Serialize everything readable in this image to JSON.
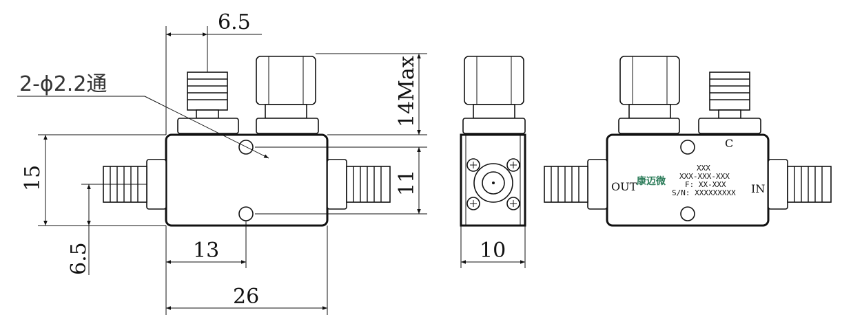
{
  "dimensions": {
    "hole_offset_top": "6.5",
    "hole_spec": "2-ϕ2.2通",
    "height_max": "14Max",
    "body_height": "15",
    "body_inner_height": "11",
    "hole_offset_side": "6.5",
    "hole_spacing": "13",
    "body_length": "26",
    "body_width": "10"
  },
  "label_plate": {
    "corner_mark": "C",
    "line1": "XXX",
    "line2": "XXX-XXX-XXX",
    "brand": "康迈微",
    "line3": "F: XX-XXX",
    "line4": "S/N: XXXXXXXXX",
    "port_out": "OUT",
    "port_in": "IN"
  },
  "colors": {
    "line": "#111111",
    "brand": "#2e7d5b",
    "background": "#ffffff"
  }
}
